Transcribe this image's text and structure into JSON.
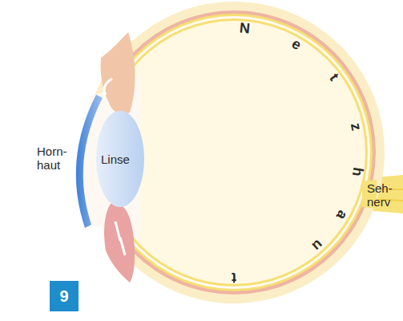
{
  "diagram": {
    "nodes": [
      {
        "text": [
          "9"
        ]
      }
    ],
    "labels": [
      "Horn- haut",
      "Linse",
      "Netzhaut",
      "Seh- nerv"
    ]
  }
}
